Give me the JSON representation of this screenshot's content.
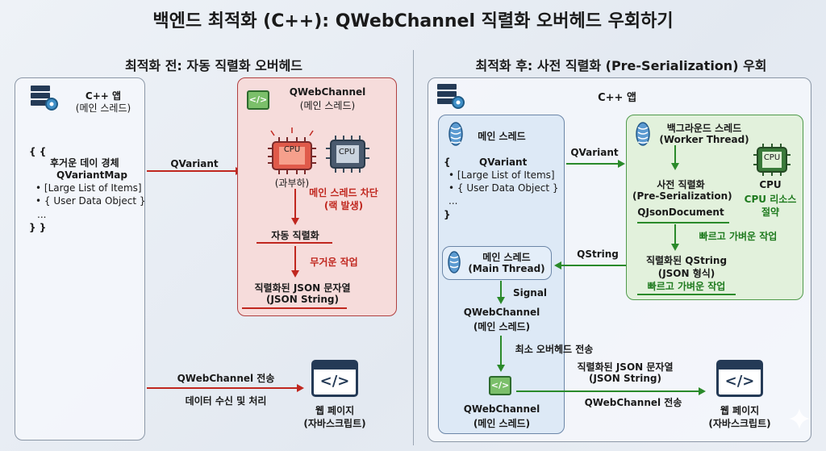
{
  "title": "백엔드 최적화 (C++): QWebChannel 직렬화 오버헤드 우회하기",
  "left": {
    "heading": "최적화 전: 자동 직렬화 오버헤드",
    "cpp_app": [
      "C++ 앱",
      "(메인 스레드)"
    ],
    "code": [
      "{ {",
      "후거운 데이 경체",
      "QVariantMap",
      "• [Large List of Items]",
      "• { User Data Object }",
      "...",
      "} }"
    ],
    "qvariant_label": "QVariant",
    "channel_box": [
      "QWebChannel",
      "(메인 스레드)"
    ],
    "cpu1": "CPU",
    "cpu2": "CPU",
    "overload": "(과부하)",
    "blocked": [
      "메인 스레드 차단",
      "(랙 발생)"
    ],
    "auto_serial": "자동 직렬화",
    "heavy_work": "무거운 작업",
    "json_string": [
      "직렬화된 JSON 문자열",
      "(JSON String)"
    ],
    "transfer": "QWebChannel 전송",
    "receive": "데이터 수신 및 처리",
    "webpage": [
      "웹 페이지",
      "(자바스크립트)"
    ]
  },
  "right": {
    "heading": "최적화 후: 사전 직렬화 (Pre-Serialization) 우회",
    "cpp_app": "C++ 앱",
    "main_thread": "메인 스레드",
    "code": [
      "{",
      "QVariant",
      "• [Large List of Items]",
      "• { User Data Object }",
      "...",
      "}"
    ],
    "qvariant_label": "QVariant",
    "bg_thread": [
      "백그라운드 스레드",
      "(Worker Thread)"
    ],
    "pre_serial": [
      "사전 직렬화",
      "(Pre-Serialization)"
    ],
    "qjson": "QJsonDocument",
    "cpu": "CPU",
    "cpu_save": [
      "CPU",
      "CPU 리소스",
      "절약"
    ],
    "fast_light": "빠르고 가벼운 작업",
    "serialized_qstring": [
      "직렬화된 QString",
      "(JSON 형식)"
    ],
    "fast_light2": "빠르고 가벼운 작업",
    "qstring_label": "QString",
    "main_thread2": [
      "메인 스레드",
      "(Main Thread)"
    ],
    "signal": "Signal",
    "channel1": [
      "QWebChannel",
      "(메인 스레드)"
    ],
    "min_overhead": "최소 오버헤드 전송",
    "channel2": [
      "QWebChannel",
      "(메인 스레드)"
    ],
    "json_string": [
      "직렬화된 JSON 문자열",
      "(JSON String)"
    ],
    "transfer": "QWebChannel 전송",
    "webpage": [
      "웹 페이지",
      "(자바스크립트)"
    ]
  },
  "icons": [
    "server-gear-icon",
    "code-window-icon",
    "cpu-icon",
    "dna-thread-icon",
    "sparkle-icon"
  ],
  "colors": {
    "red": "#c0271f",
    "green": "#2a8a2a",
    "pink": "#f6dcdb",
    "lightgreen": "#e2f1dc",
    "navy": "#243a56"
  }
}
